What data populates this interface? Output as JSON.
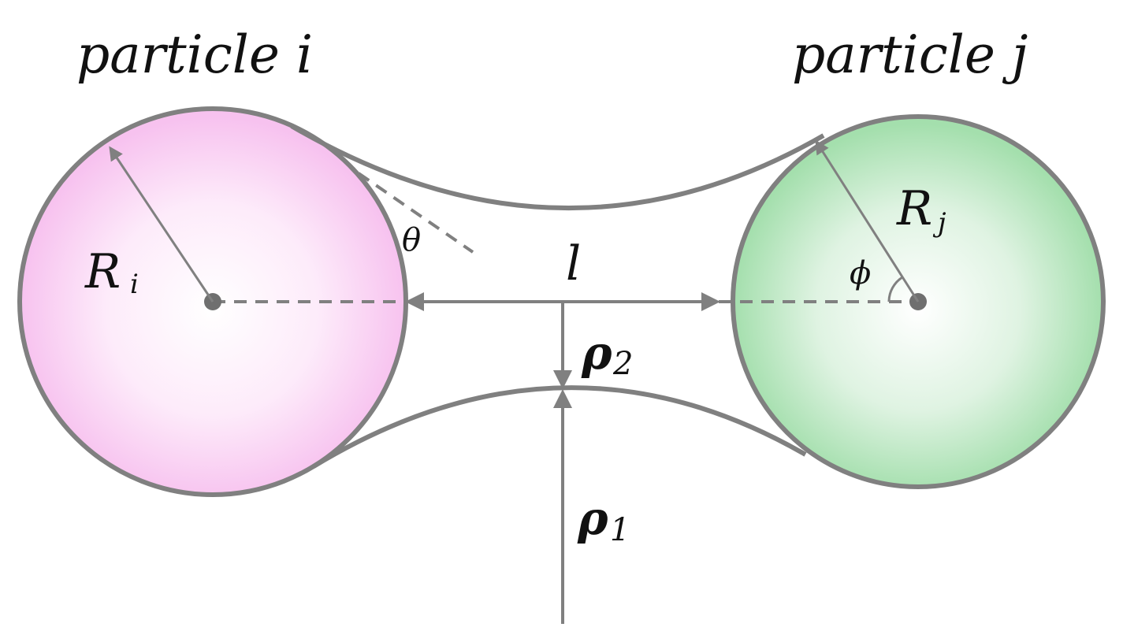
{
  "titles": {
    "left": "particle i",
    "right": "particle j"
  },
  "labels": {
    "radius_i": "R",
    "radius_i_sub": "i",
    "radius_j": "R",
    "radius_j_sub": "j",
    "contact_angle": "θ",
    "filling_angle": "ϕ",
    "separation": "l",
    "rho2": "ρ",
    "rho2_sub": "2",
    "rho1": "ρ",
    "rho1_sub": "1"
  },
  "colors": {
    "particle_i_fill": "#f9c8f0",
    "particle_j_fill": "#a8e2b0",
    "outline": "#808080",
    "text": "#111111"
  }
}
